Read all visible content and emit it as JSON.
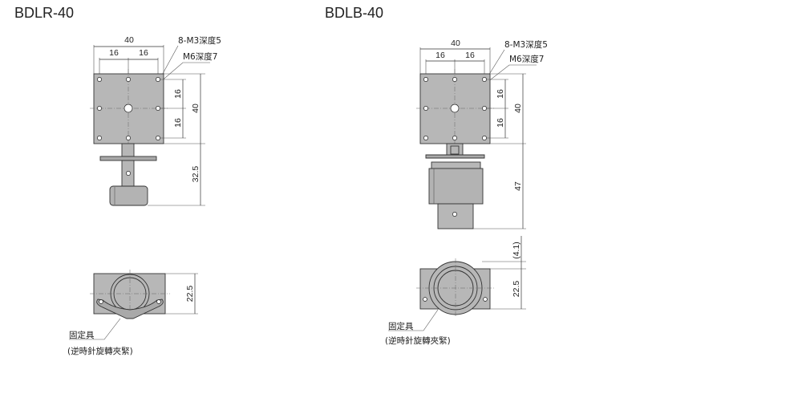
{
  "left": {
    "title": "BDLR-40",
    "dim_width": "40",
    "dim_pitch_a": "16",
    "dim_pitch_b": "16",
    "note_tap": "8-M3深度5",
    "note_center": "M6深度7",
    "dim_height": "40",
    "dim_v_a": "16",
    "dim_v_b": "16",
    "dim_depth": "32.5",
    "dim_side": "22.5",
    "clamp_label": "固定具",
    "clamp_desc": "(逆時針旋轉夾緊)"
  },
  "right": {
    "title": "BDLB-40",
    "dim_width": "40",
    "dim_pitch_a": "16",
    "dim_pitch_b": "16",
    "note_tap": "8-M3深度5",
    "note_center": "M6深度7",
    "dim_height": "40",
    "dim_v_a": "16",
    "dim_v_b": "16",
    "dim_depth": "47",
    "dim_offset": "(4.1)",
    "dim_side": "22.5",
    "clamp_label": "固定具",
    "clamp_desc": "(逆時針旋轉夾緊)"
  }
}
